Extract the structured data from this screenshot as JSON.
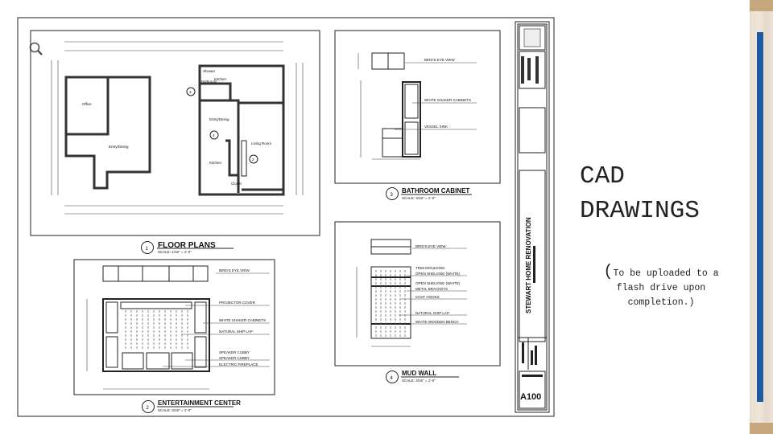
{
  "slide": {
    "title_line1": "CAD",
    "title_line2": "DRAWINGS",
    "subtitle_paren": "(",
    "subtitle_line1": "To be uploaded to a",
    "subtitle_line2": "flash drive upon",
    "subtitle_line3": "completion.)",
    "accent_color": "#1f5aa0"
  },
  "sheet": {
    "project_title": "STEWART HOME RENOVATION",
    "sheet_number": "A100",
    "zoom_icon": "magnifier-icon"
  },
  "views": {
    "floor_plans": {
      "number": "1",
      "title": "FLOOR PLANS",
      "scale": "SCALE: 1/16\" = 1'-0\"",
      "rooms": [
        "Office",
        "Entry/Dining",
        "Shower",
        "Bathroom",
        "Kitchen",
        "Entry/Dining",
        "Living Room",
        "Kitchen",
        "Closet"
      ]
    },
    "entertainment_center": {
      "number": "2",
      "title": "ENTERTAINMENT CENTER",
      "scale": "SCALE: 3/16\" = 1'-0\"",
      "callouts": [
        "BIRD'S EYE VIEW",
        "PROJECTOR COVER",
        "WHITE SHAKER CABINETS",
        "NATURAL SHIP LAP",
        "SPEAKER CUBBY",
        "SPEAKER CUBBY",
        "ELECTRIC FIREPLACE"
      ]
    },
    "bathroom_cabinet": {
      "number": "3",
      "title": "BATHROOM CABINET",
      "scale": "SCALE: 3/16\" = 1'-0\"",
      "callouts": [
        "BIRD'S EYE VIEW",
        "WHITE SHAKER CABINETS",
        "VESSEL SINK"
      ]
    },
    "mud_wall": {
      "number": "4",
      "title": "MUD WALL",
      "scale": "SCALE: 3/16\" = 1'-0\"",
      "callouts": [
        "BIRD'S EYE VIEW",
        "TRIM MOULDING",
        "OPEN SHELVING (WHITE)",
        "OPEN SHELVING (WHITE)",
        "METAL BRACKETS",
        "COAT HOOKS",
        "NATURAL SHIP LAP",
        "WHITE WOODEN BENCH"
      ]
    }
  }
}
